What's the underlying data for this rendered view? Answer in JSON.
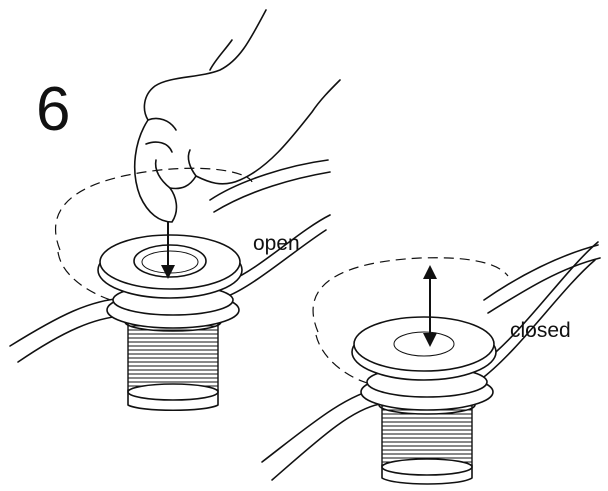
{
  "step_number": "6",
  "labels": {
    "open": "open",
    "closed": "closed"
  },
  "colors": {
    "line": "#111111",
    "background": "#ffffff"
  }
}
